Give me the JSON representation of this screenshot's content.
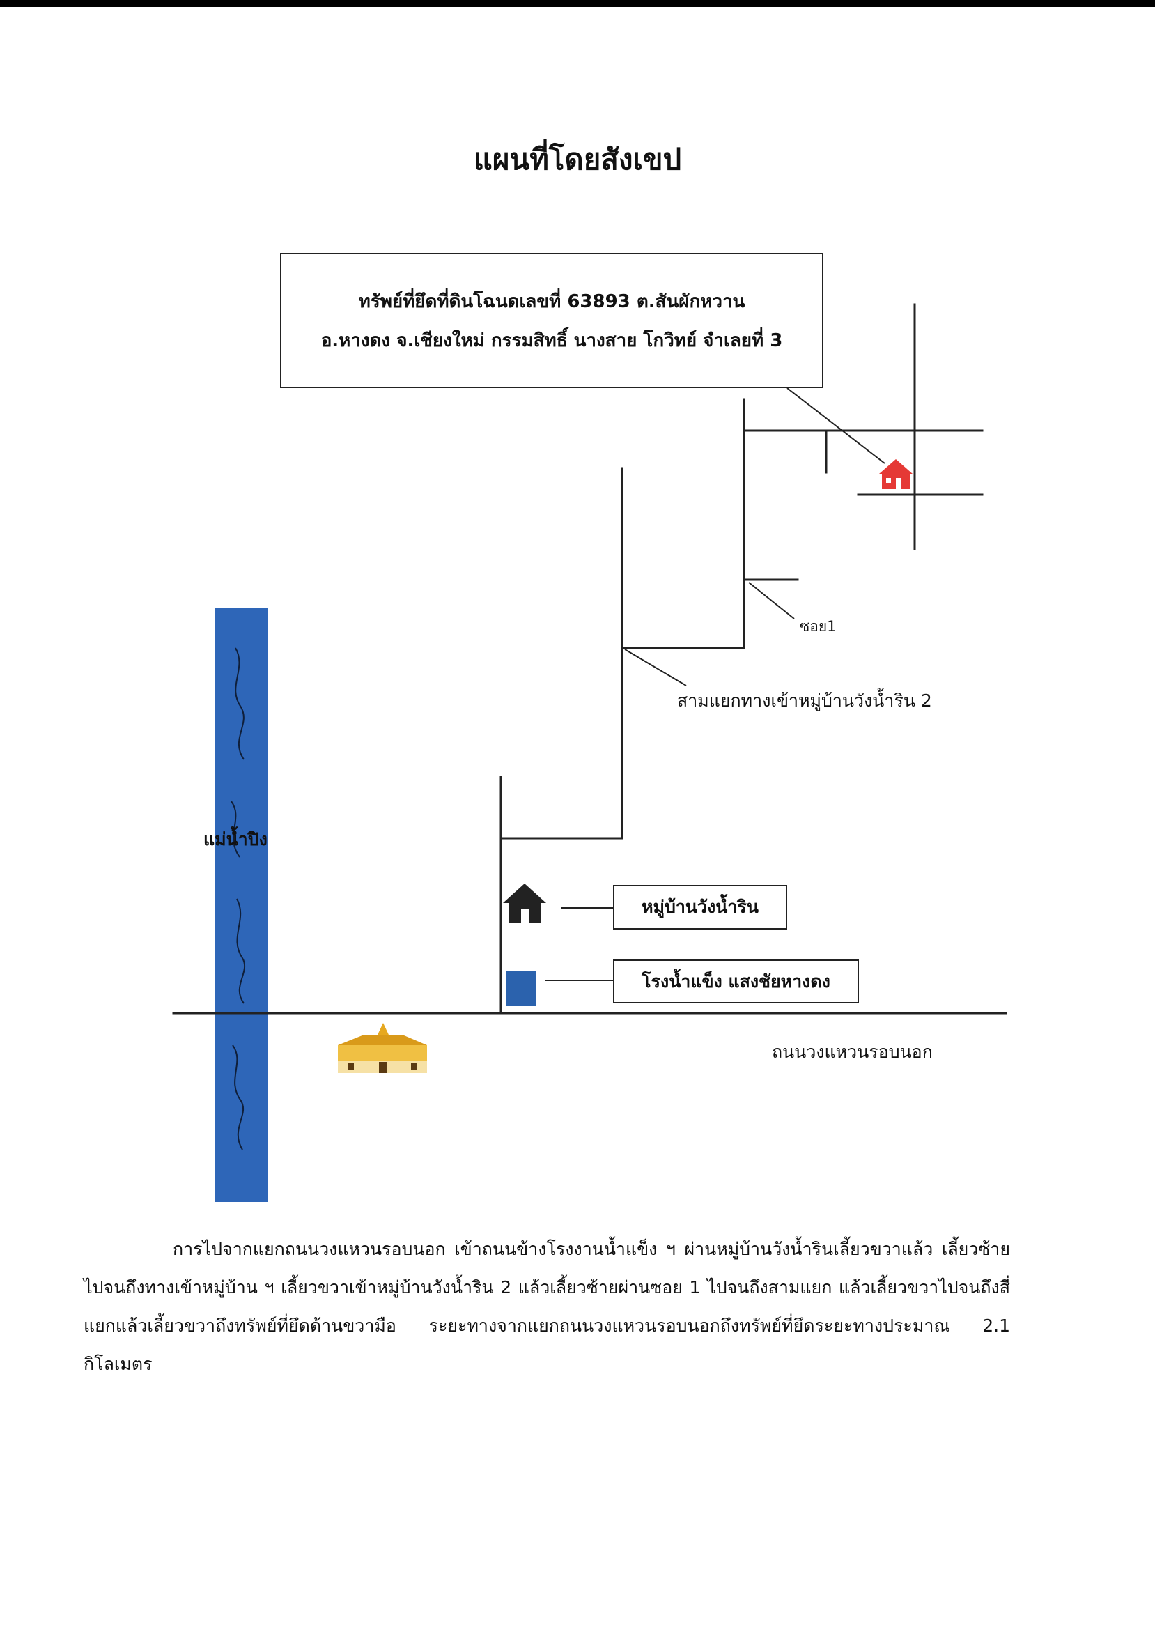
{
  "page": {
    "title": "แผนที่โดยสังเขป"
  },
  "property_box": {
    "line1": "ทรัพย์ที่ยึดที่ดินโฉนดเลขที่ 63893 ต.สันผักหวาน",
    "line2": "อ.หางดง จ.เชียงใหม่ กรรมสิทธิ์ นางสาย โกวิทย์ จำเลยที่ 3"
  },
  "map_labels": {
    "soi": "ซอย1",
    "three_way": "สามแยกทางเข้าหมู่บ้านวังน้ำริน 2",
    "river": "แม่น้ำปิง",
    "village_box": "หมู่บ้านวังน้ำริน",
    "ice_factory_box": "โรงน้ำแข็ง แสงชัยหางดง",
    "ring_road": "ถนนวงแหวนรอบนอก"
  },
  "colors": {
    "river": "#2e66b8",
    "property_house": "#e53935",
    "village_house": "#222222",
    "ice_factory": "#2b62ad",
    "temple": "#e6a820"
  },
  "icons": {
    "property_marker": "house-icon",
    "village_marker": "house-icon",
    "ice_factory_marker": "square-icon",
    "temple_marker": "temple-icon"
  },
  "description": "การไปจากแยกถนนวงแหวนรอบนอก เข้าถนนข้างโรงงานน้ำแข็ง ฯ ผ่านหมู่บ้านวังน้ำรินเลี้ยวขวาแล้ว เลี้ยวซ้ายไปจนถึงทางเข้าหมู่บ้าน ฯ เลี้ยวขวาเข้าหมู่บ้านวังน้ำริน 2 แล้วเลี้ยวซ้ายผ่านซอย 1 ไปจนถึงสามแยก แล้วเลี้ยวขวาไปจนถึงสี่แยกแล้วเลี้ยวขวาถึงทรัพย์ที่ยึดด้านขวามือ ระยะทางจากแยกถนนวงแหวนรอบนอกถึงทรัพย์ที่ยึดระยะทางประมาณ 2.1 กิโลเมตร"
}
